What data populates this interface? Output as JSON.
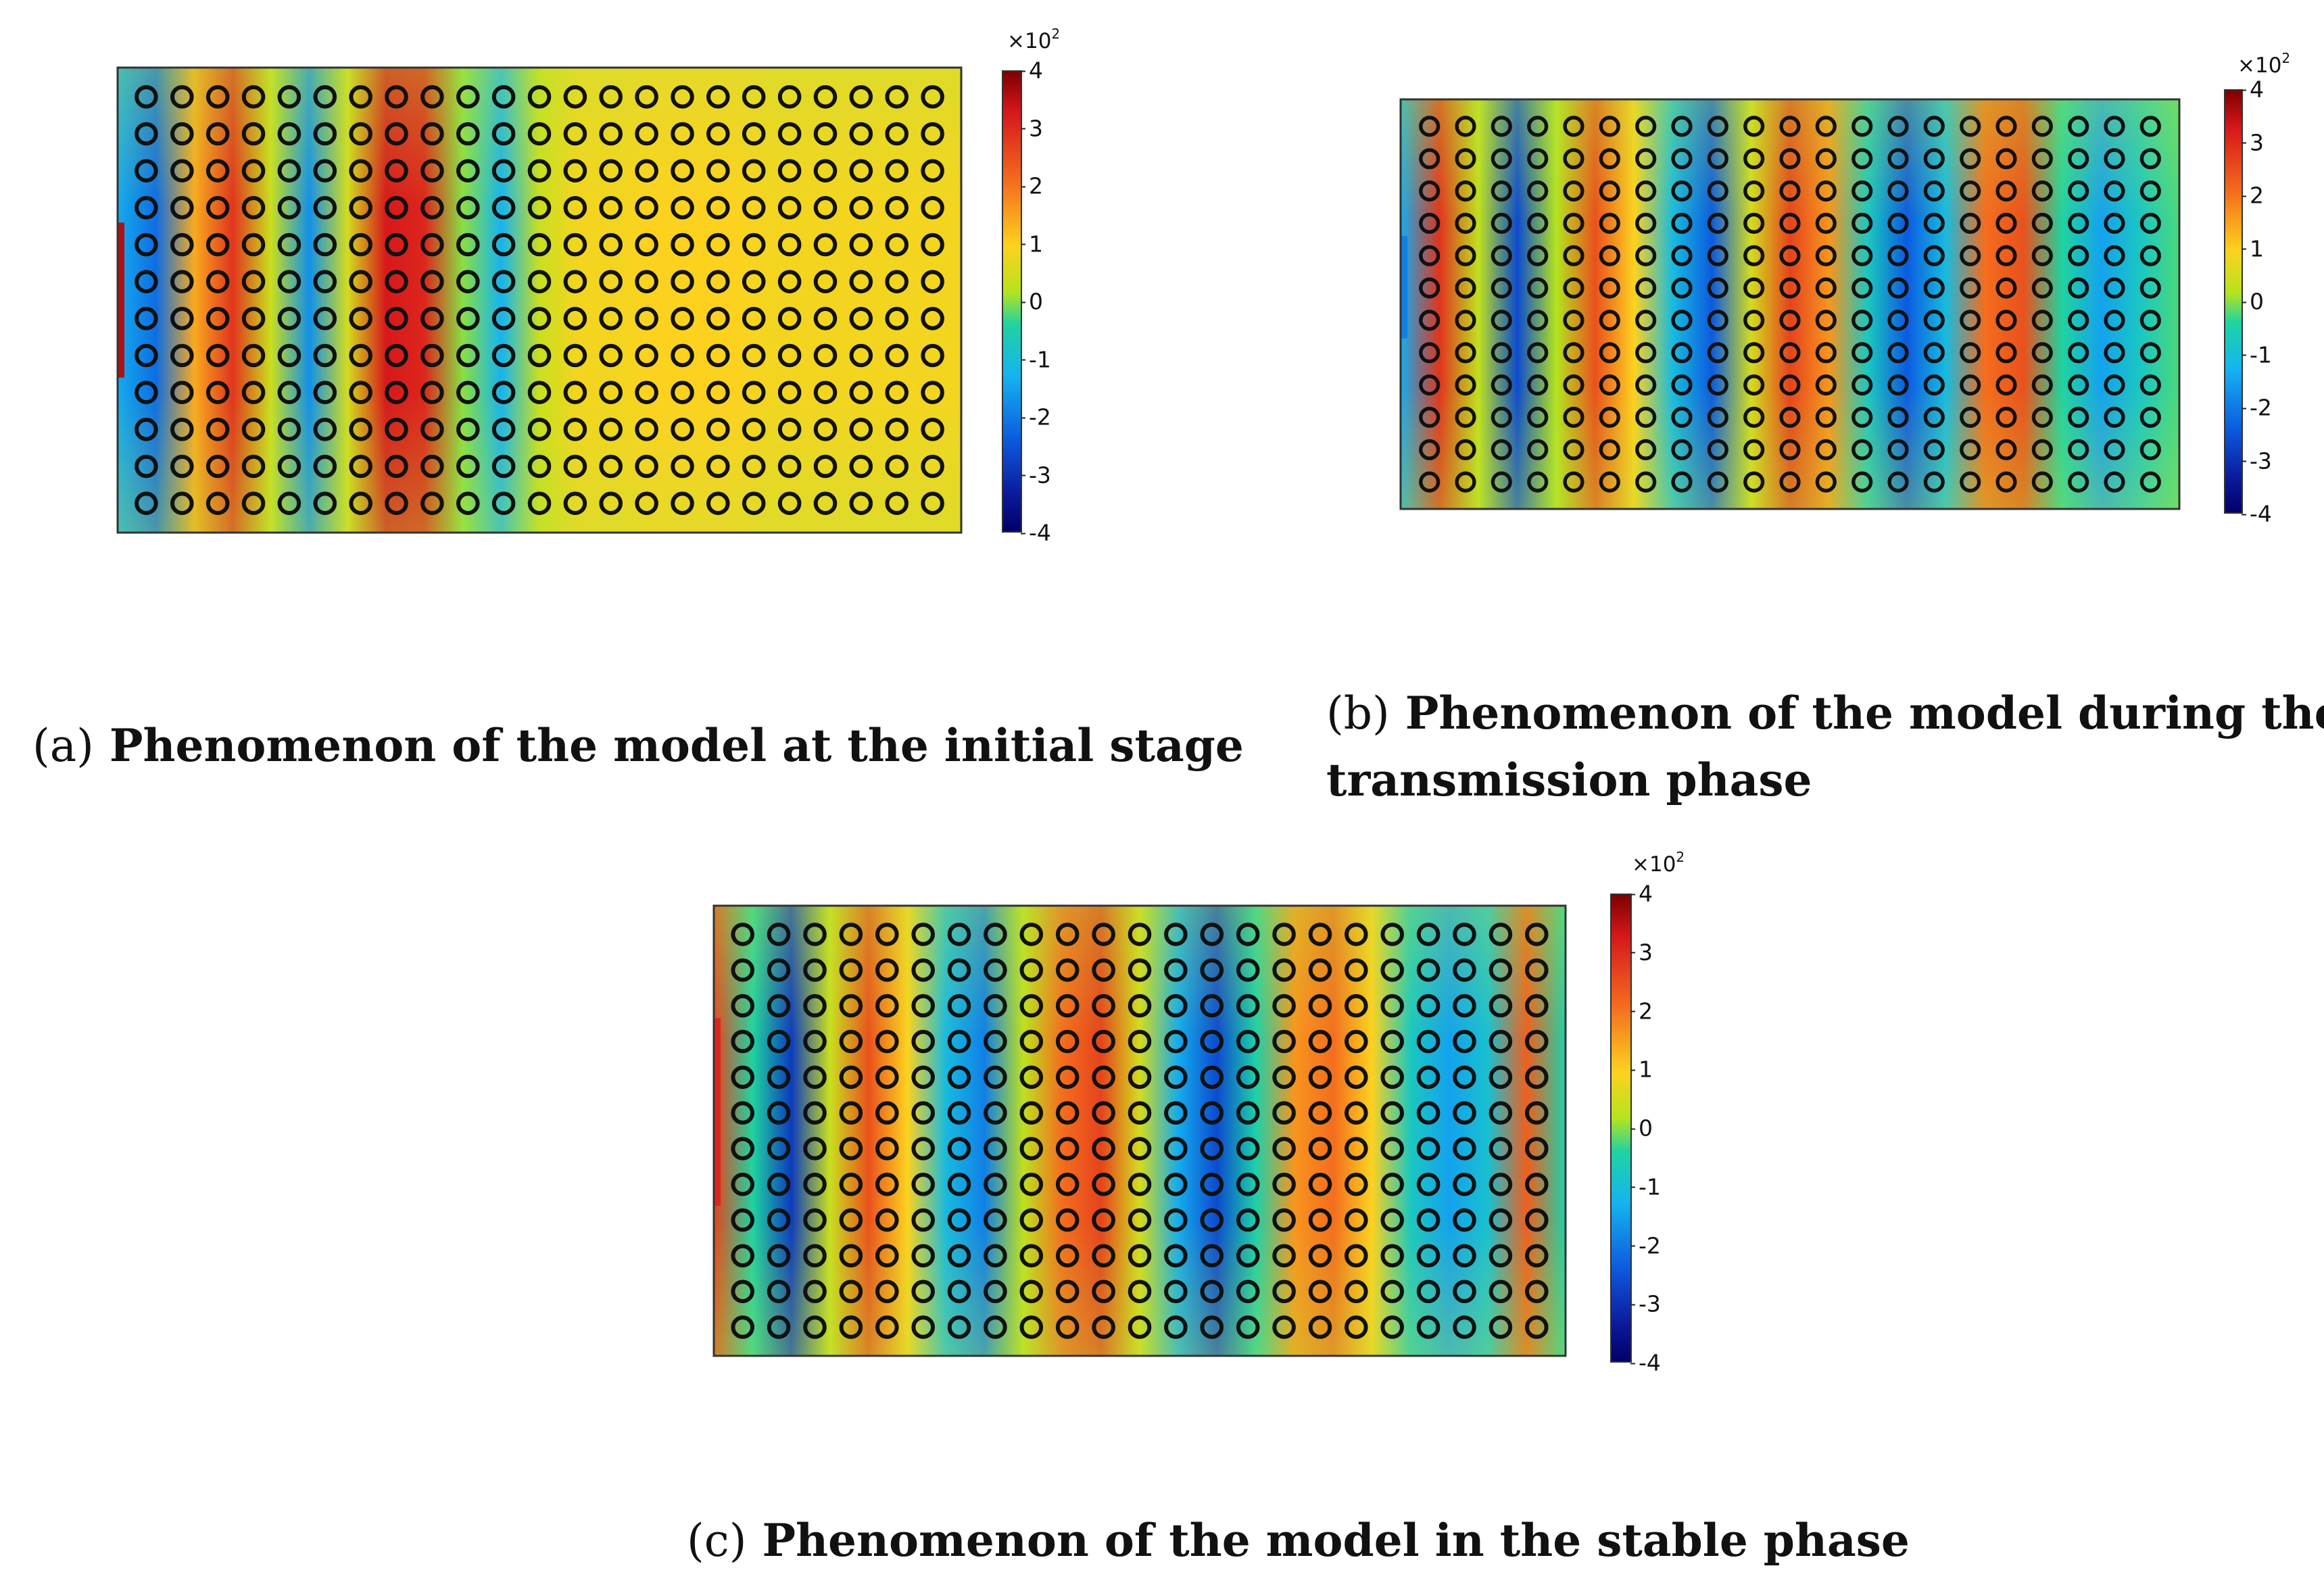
{
  "panels": [
    {
      "letter": "(a)",
      "caption": " Phenomenon of the model at the initial stage",
      "caption_line2": "",
      "colorbar": {
        "multiplier_base": "×10",
        "multiplier_exp": "2",
        "ticks": [
          "4",
          "3",
          "2",
          "1",
          "0",
          "-1",
          "-2",
          "-3",
          "-4"
        ]
      },
      "field": {
        "grid_cols": 23,
        "grid_rows": 12,
        "column_profile": [
          -1.5,
          -2.2,
          1.4,
          2.8,
          0.5,
          -1.8,
          0.6,
          3.2,
          3.0,
          0.1,
          -1.4,
          0.5,
          0.9,
          0.9,
          1.0,
          1.0,
          1.0,
          0.9,
          0.9,
          0.9,
          0.9,
          0.9,
          0.9
        ],
        "center_boost": 0.5,
        "edge_value": 3.5,
        "edge_rows": [
          4,
          8
        ]
      }
    },
    {
      "letter": "(b)",
      "caption": " Phenomenon of the model during the",
      "caption_line2": "transmission phase",
      "colorbar": {
        "multiplier_base": "×10",
        "multiplier_exp": "2",
        "ticks": [
          "4",
          "3",
          "2",
          "1",
          "0",
          "-1",
          "-2",
          "-3",
          "-4"
        ]
      },
      "field": {
        "grid_cols": 21,
        "grid_rows": 12,
        "column_profile": [
          -1.5,
          2.8,
          0.4,
          -2.6,
          0.3,
          2.4,
          1.0,
          -1.2,
          -2.4,
          0.6,
          2.6,
          1.6,
          -0.8,
          -2.4,
          -1.2,
          2.0,
          2.4,
          -0.4,
          -1.6,
          -0.8,
          -0.2
        ],
        "center_boost": 0.4,
        "edge_value": -2.0,
        "edge_rows": [
          4,
          7
        ]
      }
    },
    {
      "letter": "(c)",
      "caption": " Phenomenon of the model in the stable phase",
      "caption_line2": "",
      "colorbar": {
        "multiplier_base": "×10",
        "multiplier_exp": "2",
        "ticks": [
          "4",
          "3",
          "2",
          "1",
          "0",
          "-1",
          "-2",
          "-3",
          "-4"
        ]
      },
      "field": {
        "grid_cols": 23,
        "grid_rows": 12,
        "column_profile": [
          2.6,
          -0.4,
          -2.8,
          0.5,
          2.4,
          1.0,
          -1.2,
          -2.0,
          0.4,
          2.0,
          2.6,
          0.6,
          -1.5,
          -2.6,
          -0.5,
          1.6,
          2.0,
          1.0,
          -0.8,
          -1.6,
          -1.0,
          2.2,
          -0.5
        ],
        "center_boost": 0.4,
        "edge_value": 3.0,
        "edge_rows": [
          3,
          8
        ]
      }
    }
  ]
}
